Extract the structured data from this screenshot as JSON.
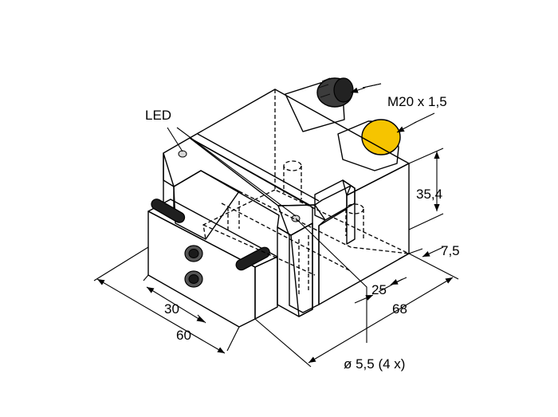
{
  "labels": {
    "led": "LED",
    "thread": "M20 x 1,5",
    "height": "35,4",
    "offset": "7,5",
    "depth_small": "25",
    "depth_total": "68",
    "width_small": "30",
    "width_total": "60",
    "holes": "ø 5,5 (4 x)"
  },
  "colors": {
    "housing": "#f6c400",
    "housing_dark": "#d9a900",
    "housing_top": "#ffd21a",
    "bracket": "#3c3c3c",
    "bracket_light": "#575757",
    "bracket_dark": "#222222",
    "lines": "#000000"
  }
}
